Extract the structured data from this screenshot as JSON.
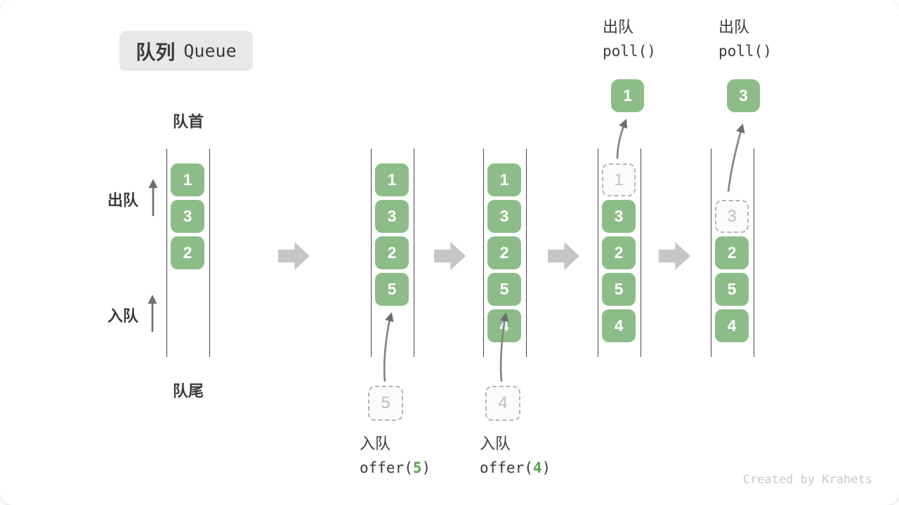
{
  "title": {
    "zh": "队列",
    "en": "Queue"
  },
  "labels": {
    "front": "队首",
    "rear": "队尾",
    "dequeue_side": "出队",
    "enqueue_side": "入队"
  },
  "queues": [
    {
      "slots": [
        {
          "v": "1",
          "t": "filled"
        },
        {
          "v": "3",
          "t": "filled"
        },
        {
          "v": "2",
          "t": "filled"
        }
      ]
    },
    {
      "slots": [
        {
          "v": "1",
          "t": "filled"
        },
        {
          "v": "3",
          "t": "filled"
        },
        {
          "v": "2",
          "t": "filled"
        },
        {
          "v": "5",
          "t": "filled"
        }
      ],
      "pending": "5"
    },
    {
      "slots": [
        {
          "v": "1",
          "t": "filled"
        },
        {
          "v": "3",
          "t": "filled"
        },
        {
          "v": "2",
          "t": "filled"
        },
        {
          "v": "5",
          "t": "filled"
        },
        {
          "v": "4",
          "t": "filled"
        }
      ],
      "pending": "4"
    },
    {
      "slots": [
        {
          "v": "1",
          "t": "dashed"
        },
        {
          "v": "3",
          "t": "filled"
        },
        {
          "v": "2",
          "t": "filled"
        },
        {
          "v": "5",
          "t": "filled"
        },
        {
          "v": "4",
          "t": "filled"
        }
      ],
      "result": "1"
    },
    {
      "slots": [
        {
          "v": "",
          "t": "empty"
        },
        {
          "v": "3",
          "t": "dashed"
        },
        {
          "v": "2",
          "t": "filled"
        },
        {
          "v": "5",
          "t": "filled"
        },
        {
          "v": "4",
          "t": "filled"
        }
      ],
      "result": "3"
    }
  ],
  "enqueue_ops": [
    {
      "label": "入队",
      "fn": "offer(",
      "arg": "5",
      "close": ")"
    },
    {
      "label": "入队",
      "fn": "offer(",
      "arg": "4",
      "close": ")"
    }
  ],
  "dequeue_ops": [
    {
      "label": "出队",
      "code": "poll()"
    },
    {
      "label": "出队",
      "code": "poll()"
    }
  ],
  "colors": {
    "green": "#8cbd88",
    "green_text": "#5fa04e",
    "arrow_gray": "#c6c6c6"
  },
  "watermark": "Created by Krahets"
}
